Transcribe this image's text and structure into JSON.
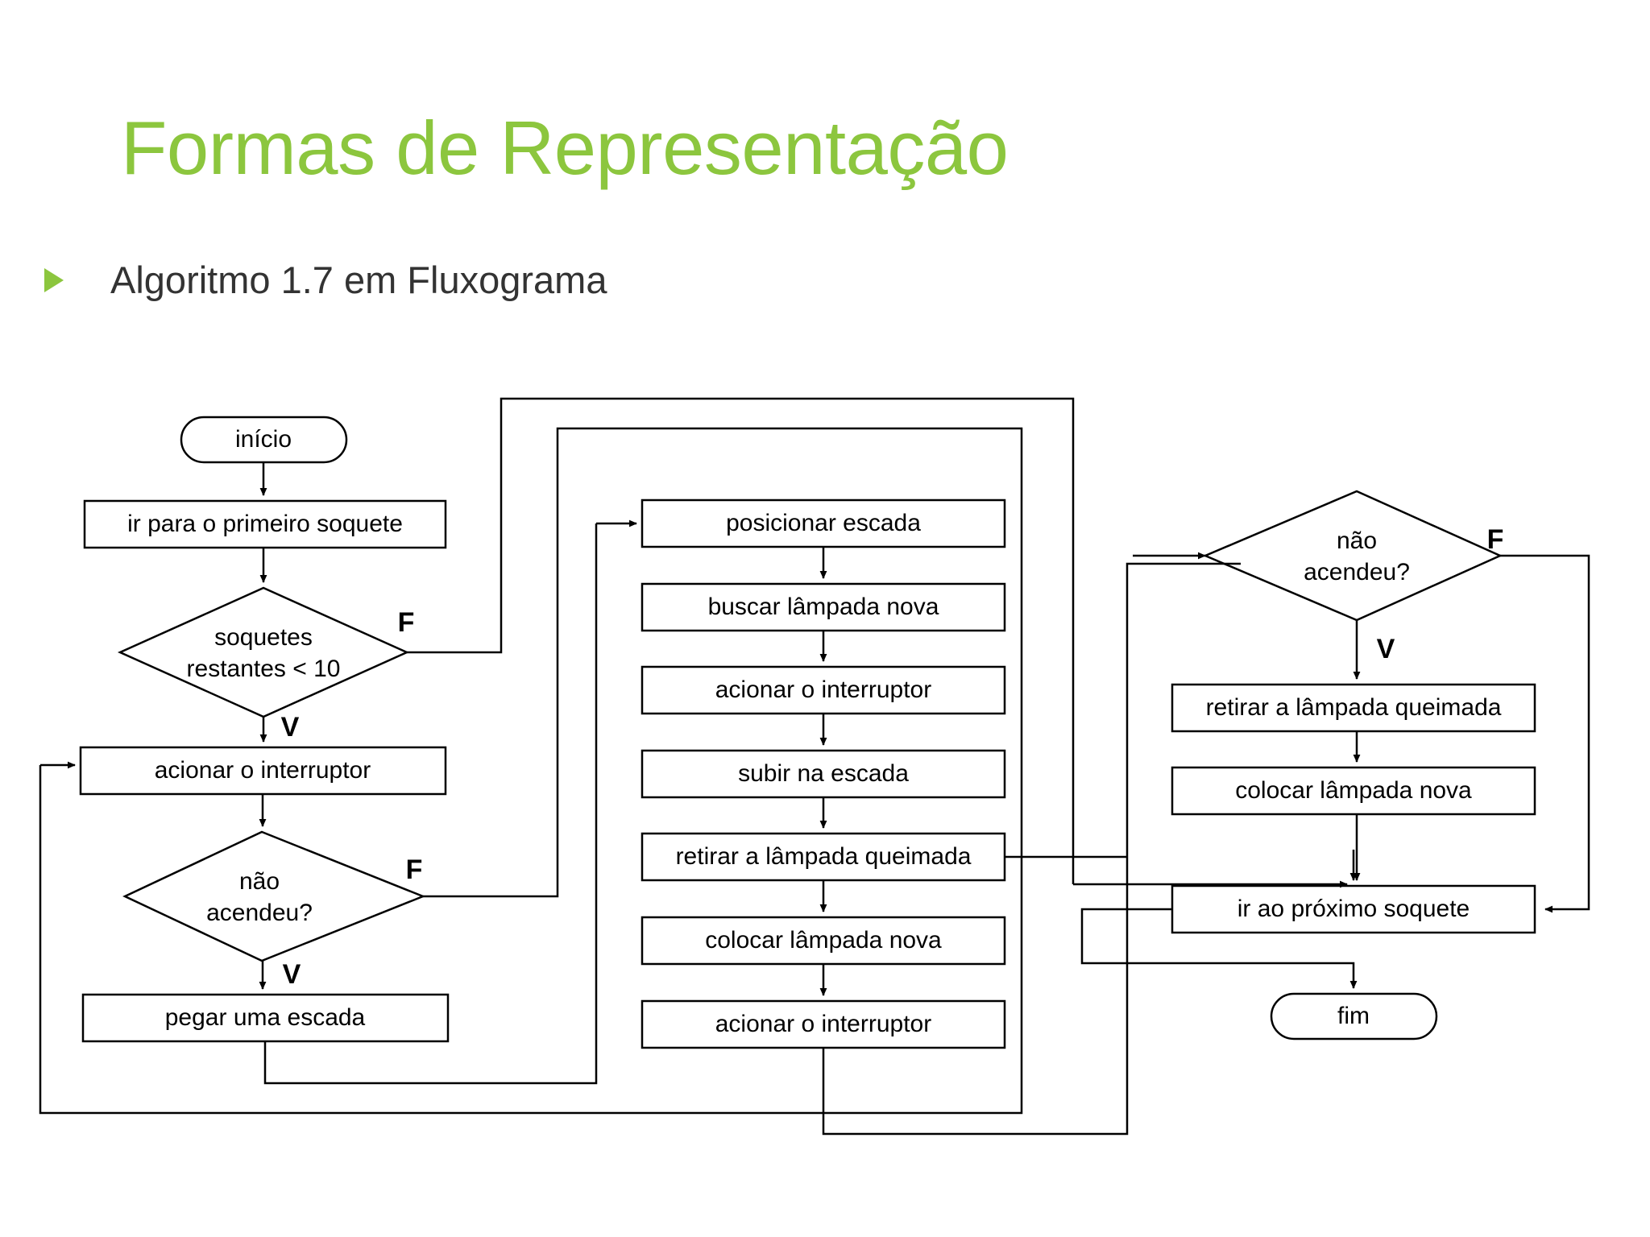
{
  "slide": {
    "title": "Formas de Representação",
    "title_color": "#8CC63E",
    "bullet": {
      "marker": "triangle-right",
      "text": "Algoritmo 1.7 em Fluxograma"
    }
  },
  "flowchart": {
    "type": "flowchart",
    "nodes": {
      "start": {
        "label": "início",
        "shape": "terminator"
      },
      "n1": {
        "label": "ir para o primeiro soquete",
        "shape": "process"
      },
      "d1": {
        "label_line1": "soquetes",
        "label_line2": "restantes < 10",
        "shape": "decision"
      },
      "n2": {
        "label": "acionar o interruptor",
        "shape": "process"
      },
      "d2": {
        "label_line1": "não",
        "label_line2": "acendeu?",
        "shape": "decision"
      },
      "n3": {
        "label": "pegar uma escada",
        "shape": "process"
      },
      "m1": {
        "label": "posicionar escada",
        "shape": "process"
      },
      "m2": {
        "label": "buscar lâmpada nova",
        "shape": "process"
      },
      "m3": {
        "label": "acionar o interruptor",
        "shape": "process"
      },
      "m4": {
        "label": "subir na escada",
        "shape": "process"
      },
      "m5": {
        "label": "retirar a lâmpada queimada",
        "shape": "process"
      },
      "m6": {
        "label": "colocar lâmpada nova",
        "shape": "process"
      },
      "m7": {
        "label": "acionar o interruptor",
        "shape": "process"
      },
      "d3": {
        "label_line1": "não",
        "label_line2": "acendeu?",
        "shape": "decision"
      },
      "r1": {
        "label": "retirar a lâmpada queimada",
        "shape": "process"
      },
      "r2": {
        "label": "colocar lâmpada nova",
        "shape": "process"
      },
      "r3": {
        "label": "ir ao próximo soquete",
        "shape": "process"
      },
      "end": {
        "label": "fim",
        "shape": "terminator"
      }
    },
    "branch_labels": {
      "d1_false": "F",
      "d1_true": "V",
      "d2_false": "F",
      "d2_true": "V",
      "d3_false": "F",
      "d3_true": "V"
    },
    "edges": [
      {
        "from": "start",
        "to": "n1"
      },
      {
        "from": "n1",
        "to": "d1"
      },
      {
        "from": "d1",
        "to": "r3",
        "label": "F"
      },
      {
        "from": "d1",
        "to": "n2",
        "label": "V"
      },
      {
        "from": "n2",
        "to": "d2"
      },
      {
        "from": "d2",
        "to": "r3",
        "label": "F"
      },
      {
        "from": "d2",
        "to": "n3",
        "label": "V"
      },
      {
        "from": "n3",
        "to": "m1"
      },
      {
        "from": "m1",
        "to": "m2"
      },
      {
        "from": "m2",
        "to": "m3"
      },
      {
        "from": "m3",
        "to": "m4"
      },
      {
        "from": "m4",
        "to": "m5"
      },
      {
        "from": "m5",
        "to": "m6"
      },
      {
        "from": "m6",
        "to": "m7"
      },
      {
        "from": "m7",
        "to": "d3"
      },
      {
        "from": "m5",
        "to": "r3"
      },
      {
        "from": "d3",
        "to": "r3",
        "label": "F"
      },
      {
        "from": "d3",
        "to": "r1",
        "label": "V"
      },
      {
        "from": "r1",
        "to": "r2"
      },
      {
        "from": "r2",
        "to": "r3"
      },
      {
        "from": "r3",
        "to": "n2"
      },
      {
        "from": "r3",
        "to": "m1"
      },
      {
        "from": "r3",
        "to": "end"
      }
    ]
  }
}
